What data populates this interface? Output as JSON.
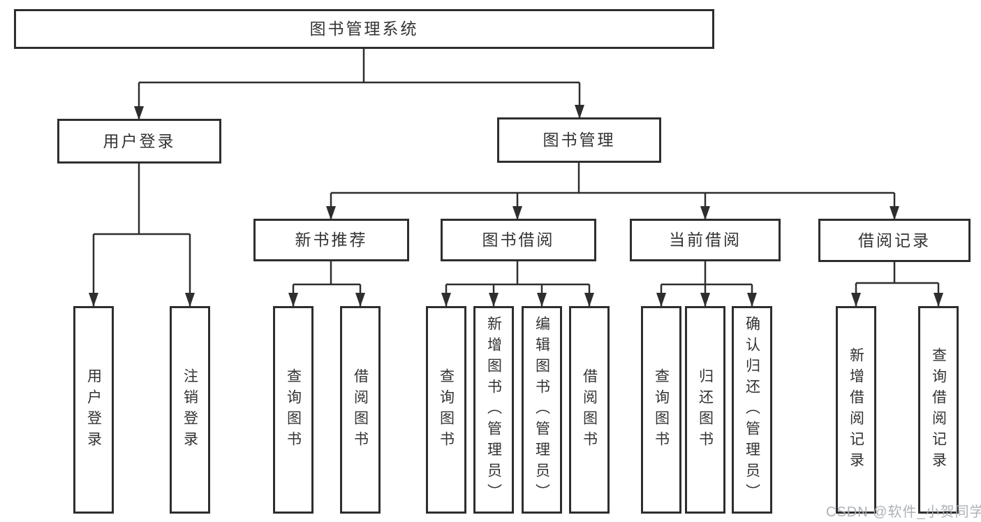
{
  "tree": {
    "label": "图书管理系统",
    "children": [
      {
        "label": "用户登录",
        "children": [
          {
            "label": "用户登录"
          },
          {
            "label": "注销登录"
          }
        ]
      },
      {
        "label": "图书管理",
        "children": [
          {
            "label": "新书推荐",
            "children": [
              {
                "label": "查询图书"
              },
              {
                "label": "借阅图书"
              }
            ]
          },
          {
            "label": "图书借阅",
            "children": [
              {
                "label": "查询图书"
              },
              {
                "label": "新增图书（管理员）"
              },
              {
                "label": "编辑图书（管理员）"
              },
              {
                "label": "借阅图书"
              }
            ]
          },
          {
            "label": "当前借阅",
            "children": [
              {
                "label": "查询图书"
              },
              {
                "label": "归还图书"
              },
              {
                "label": "确认归还（管理员）"
              }
            ]
          },
          {
            "label": "借阅记录",
            "children": [
              {
                "label": "新增借阅记录"
              },
              {
                "label": "查询借阅记录"
              }
            ]
          }
        ]
      }
    ]
  },
  "watermark": {
    "text": "CSDN @软件_小贺同学"
  },
  "colors": {
    "line": "#2e2e2e",
    "text": "#333333",
    "watermark_text": "#a9aeb4",
    "background": "#ffffff"
  }
}
